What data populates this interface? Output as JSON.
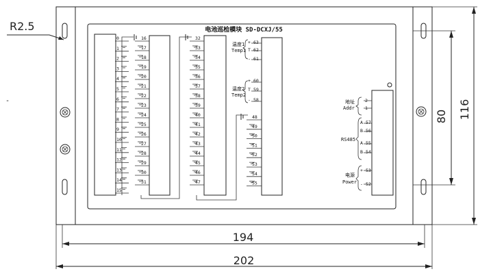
{
  "module_title": "电池巡检模块 SD-DCXJ/55",
  "radius_label": "R2.5",
  "dims": {
    "inner_width": "194",
    "outer_width": "202",
    "inner_height": "80",
    "outer_height": "116"
  },
  "terminals": {
    "col1": [
      "0",
      "1",
      "2",
      "3",
      "4",
      "5",
      "6",
      "7",
      "8",
      "9",
      "10",
      "11",
      "12",
      "13",
      "14",
      "15"
    ],
    "col2": [
      "16",
      "17",
      "18",
      "19",
      "20",
      "21",
      "22",
      "23",
      "24",
      "25",
      "26",
      "27",
      "28",
      "29",
      "30",
      "31"
    ],
    "col3": [
      "32",
      "33",
      "34",
      "35",
      "36",
      "37",
      "38",
      "39",
      "40",
      "41",
      "42",
      "43",
      "44",
      "45",
      "46",
      "47"
    ],
    "col4": [
      "48",
      "49",
      "50",
      "51",
      "52",
      "53",
      "54",
      "55"
    ]
  },
  "temp1": {
    "label_cn": "温度1",
    "label_en": "Temp1",
    "pins": [
      "63",
      "62",
      "61"
    ]
  },
  "temp2": {
    "label_cn": "温度2",
    "label_en": "Temp2",
    "pins": [
      "60",
      "59",
      "58"
    ]
  },
  "addr": {
    "label_cn": "地址",
    "label_en": "Addr",
    "pins": [
      "2",
      "1"
    ]
  },
  "rs485": {
    "label": "RS485",
    "pins": [
      "57",
      "56",
      "55",
      "54"
    ]
  },
  "power": {
    "label_cn": "电源",
    "label_en": "Power",
    "pins": [
      "53",
      "52"
    ]
  },
  "left_dash": "-"
}
